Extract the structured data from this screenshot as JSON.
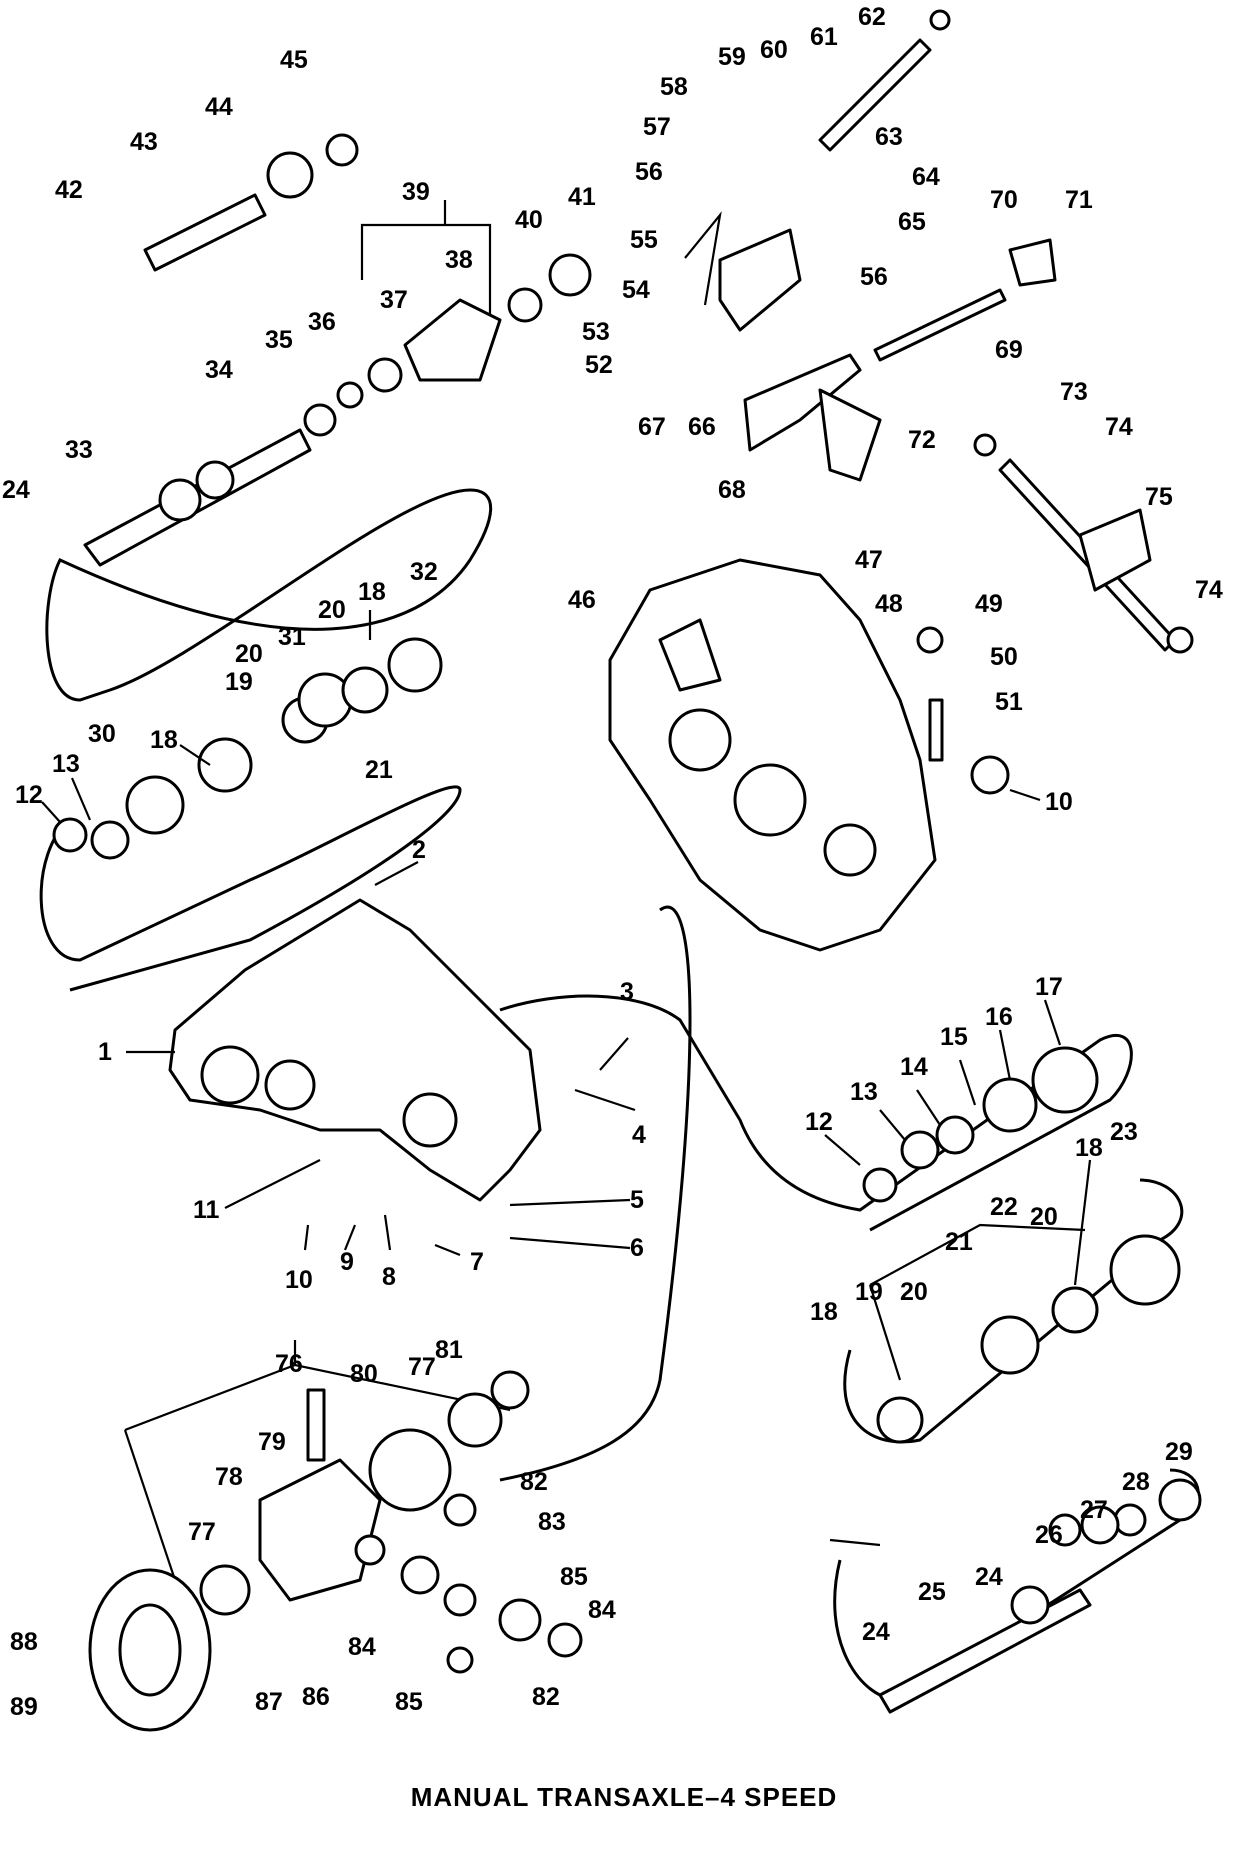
{
  "caption": "MANUAL TRANSAXLE–4 SPEED",
  "callouts": [
    "1",
    "2",
    "3",
    "4",
    "5",
    "6",
    "7",
    "8",
    "9",
    "10",
    "10",
    "11",
    "12",
    "12",
    "13",
    "13",
    "14",
    "15",
    "16",
    "17",
    "18",
    "18",
    "18",
    "18",
    "19",
    "19",
    "20",
    "20",
    "20",
    "20",
    "21",
    "21",
    "22",
    "23",
    "24",
    "24",
    "24",
    "25",
    "26",
    "27",
    "28",
    "29",
    "30",
    "31",
    "32",
    "33",
    "34",
    "35",
    "36",
    "37",
    "38",
    "39",
    "40",
    "41",
    "42",
    "43",
    "44",
    "45",
    "46",
    "47",
    "48",
    "49",
    "50",
    "51",
    "52",
    "53",
    "54",
    "55",
    "56",
    "56",
    "57",
    "58",
    "59",
    "60",
    "61",
    "62",
    "63",
    "64",
    "65",
    "66",
    "67",
    "68",
    "69",
    "70",
    "71",
    "72",
    "73",
    "74",
    "74",
    "75",
    "76",
    "77",
    "77",
    "78",
    "79",
    "80",
    "81",
    "82",
    "82",
    "83",
    "84",
    "84",
    "85",
    "85",
    "86",
    "87",
    "88",
    "89"
  ],
  "colors": {
    "ink": "#000000",
    "paper": "#ffffff"
  }
}
